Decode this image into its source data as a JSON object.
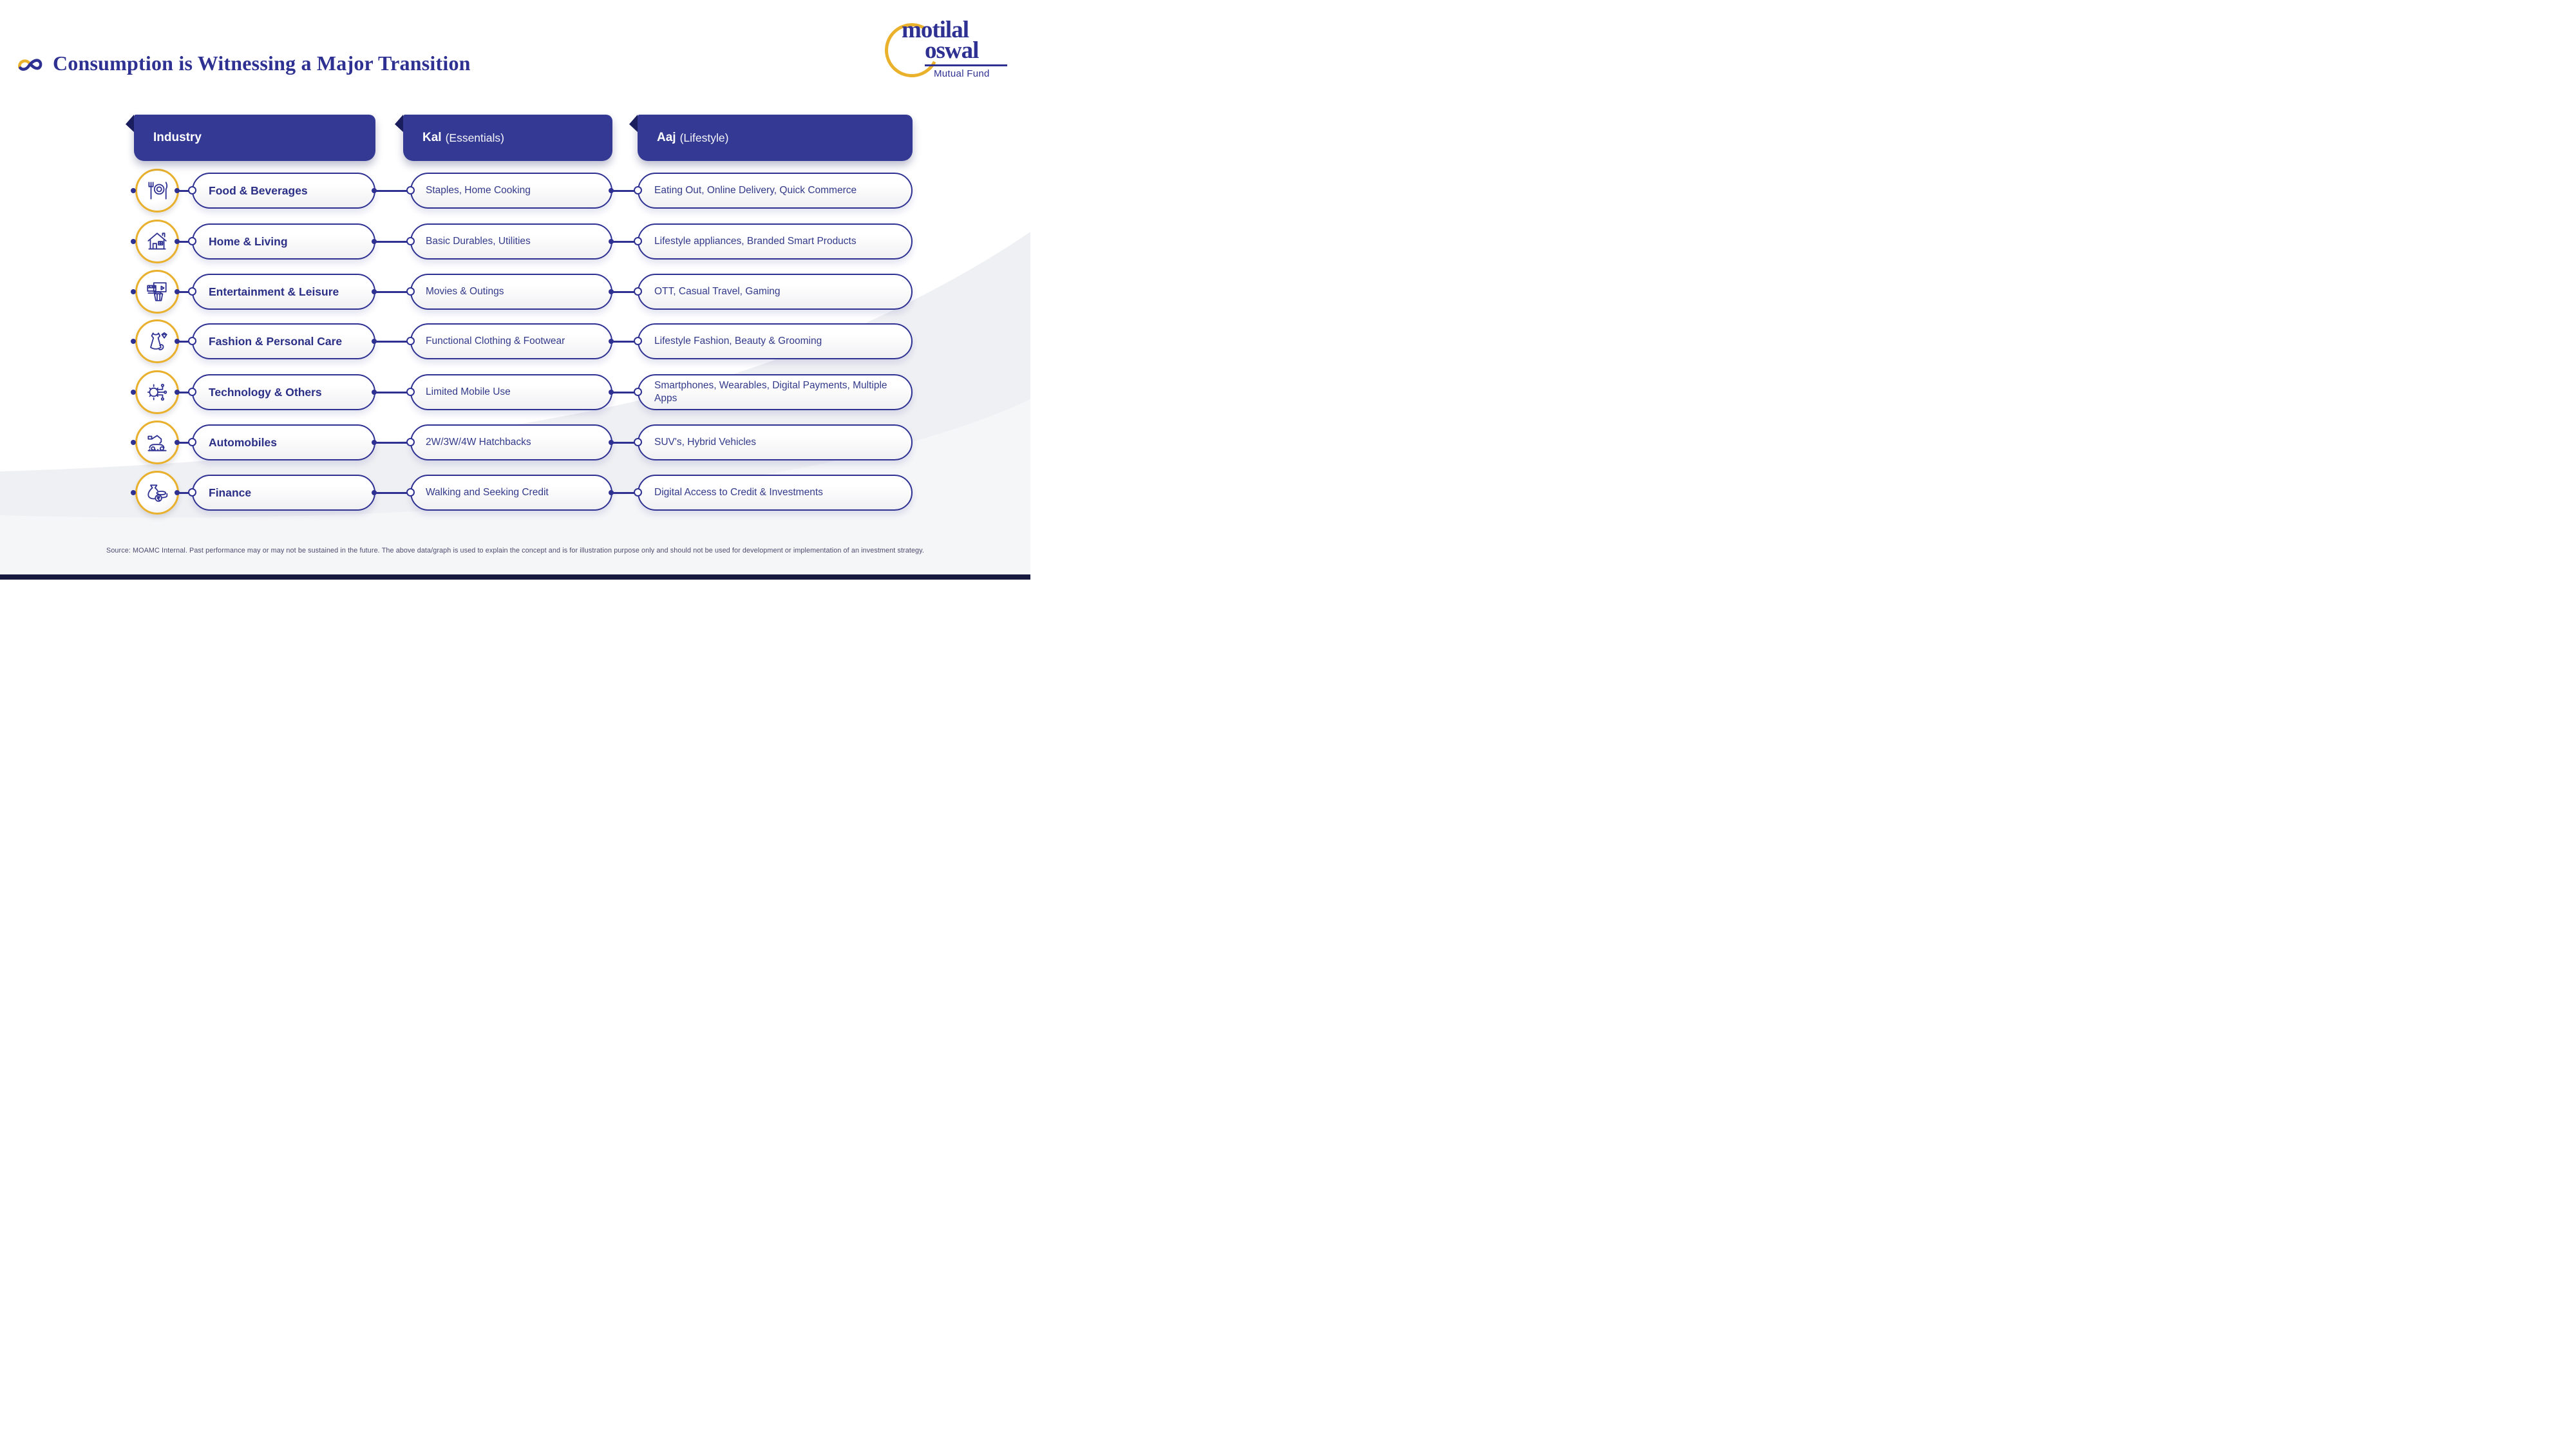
{
  "page": {
    "title": "Consumption is Witnessing a Major Transition",
    "source_note": "Source: MOAMC Internal. Past performance may or may not be sustained in the future. The above data/graph is used to explain the concept and is for illustration purpose only and should not be used for development or implementation of an investment strategy."
  },
  "brand": {
    "logo_line1": "motilal",
    "logo_line2": "oswal",
    "logo_subtitle": "Mutual Fund"
  },
  "table": {
    "headers": [
      {
        "bold": "Industry",
        "rest": ""
      },
      {
        "bold": "Kal",
        "rest": "(Essentials)"
      },
      {
        "bold": "Aaj",
        "rest": "(Lifestyle)"
      }
    ],
    "rows": [
      {
        "icon": "dining-icon",
        "industry": "Food & Beverages",
        "kal": "Staples, Home Cooking",
        "aaj": "Eating Out, Online Delivery, Quick Commerce"
      },
      {
        "icon": "house-icon",
        "industry": "Home & Living",
        "kal": "Basic Durables, Utilities",
        "aaj": "Lifestyle appliances, Branded Smart Products"
      },
      {
        "icon": "entertainment-icon",
        "industry": "Entertainment & Leisure",
        "kal": "Movies & Outings",
        "aaj": "OTT, Casual Travel, Gaming"
      },
      {
        "icon": "fashion-icon",
        "industry": "Fashion & Personal Care",
        "kal": "Functional Clothing & Footwear",
        "aaj": "Lifestyle Fashion, Beauty & Grooming"
      },
      {
        "icon": "technology-icon",
        "industry": "Technology & Others",
        "kal": "Limited Mobile Use",
        "aaj": "Smartphones, Wearables, Digital Payments, Multiple Apps"
      },
      {
        "icon": "automobile-icon",
        "industry": "Automobiles",
        "kal": "2W/3W/4W Hatchbacks",
        "aaj": "SUV's, Hybrid Vehicles"
      },
      {
        "icon": "finance-icon",
        "industry": "Finance",
        "kal": "Walking and Seeking Credit",
        "aaj": "Digital Access to Credit & Investments"
      }
    ]
  },
  "colors": {
    "navy": "#2e3192",
    "header_blue": "#343a94",
    "fold_navy": "#1a1e5e",
    "gold": "#e8b02c",
    "background_gray": "#eff0f3",
    "bottom_bar": "#161a41"
  }
}
